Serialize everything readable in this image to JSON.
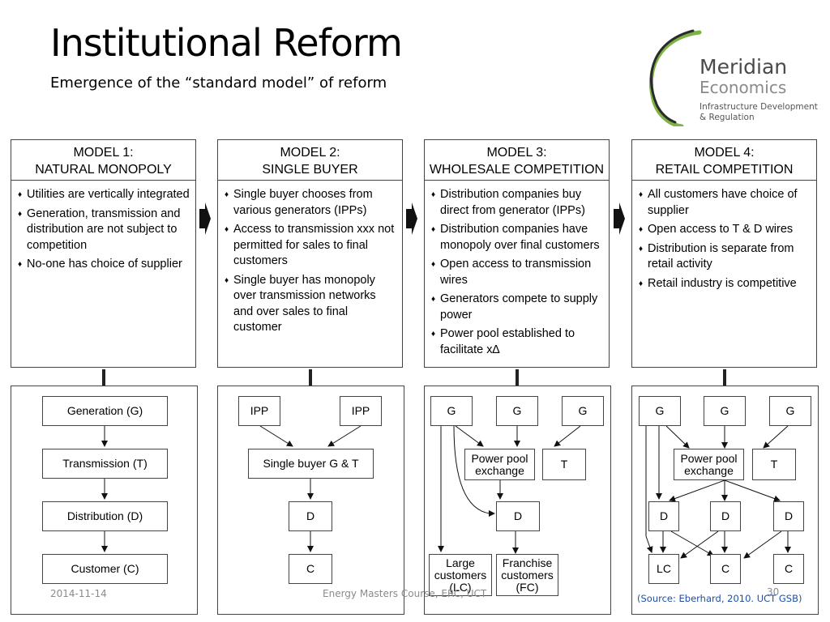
{
  "slide": {
    "title": "Institutional Reform",
    "subtitle": "Emergence of the “standard model” of reform"
  },
  "logo": {
    "name": "Meridian",
    "name2": "Economics",
    "tagline": "Infrastructure Development & Regulation",
    "colors": {
      "arc_dark": "#2b2b2b",
      "arc_green": "#7cb342"
    }
  },
  "models": [
    {
      "heading_line1": "MODEL 1:",
      "heading_line2": "NATURAL MONOPOLY",
      "bullets": [
        "Utilities are vertically integrated",
        "Generation, transmission and distribution are not subject to competition",
        "No-one has choice of supplier"
      ]
    },
    {
      "heading_line1": "MODEL 2:",
      "heading_line2": "SINGLE BUYER",
      "bullets": [
        "Single buyer chooses from various generators (IPPs)",
        "Access to transmission xxx not permitted for sales to final customers",
        "Single buyer has monopoly over transmission networks and over sales to final customer"
      ]
    },
    {
      "heading_line1": "MODEL 3:",
      "heading_line2": "WHOLESALE COMPETITION",
      "bullets": [
        "Distribution companies buy direct from generator (IPPs)",
        "Distribution companies have monopoly over final customers",
        "Open access to transmission wires",
        "Generators compete to supply power",
        "Power pool established to facilitate x∆"
      ]
    },
    {
      "heading_line1": "MODEL 4:",
      "heading_line2": "RETAIL COMPETITION",
      "bullets": [
        "All customers have choice of supplier",
        "Open access to T & D wires",
        "Distribution is separate from retail activity",
        "Retail industry is competitive"
      ]
    }
  ],
  "diagram1": {
    "generation": "Generation (G)",
    "transmission": "Transmission (T)",
    "distribution": "Distribution (D)",
    "customer": "Customer (C)"
  },
  "diagram2": {
    "ipp_left": "IPP",
    "ipp_right": "IPP",
    "single_buyer": "Single buyer G & T",
    "distribution": "D",
    "customer": "C"
  },
  "diagram3": {
    "g1": "G",
    "g2": "G",
    "g3": "G",
    "pool_line1": "Power pool",
    "pool_line2": "exchange",
    "transmission": "T",
    "distribution": "D",
    "large_line1": "Large",
    "large_line2": "customers",
    "large_line3": "(LC)",
    "franchise_line1": "Franchise",
    "franchise_line2": "customers",
    "franchise_line3": "(FC)"
  },
  "diagram4": {
    "g1": "G",
    "g2": "G",
    "g3": "G",
    "pool_line1": "Power pool",
    "pool_line2": "exchange",
    "transmission": "T",
    "d1": "D",
    "d2": "D",
    "d3": "D",
    "lc": "LC",
    "c1": "C",
    "c2": "C"
  },
  "footer": {
    "date": "2014-11-14",
    "course": "Energy Masters Course, ERC, UCT",
    "page": "30",
    "source": "(Source: Eberhard, 2010. UCT GSB)"
  }
}
